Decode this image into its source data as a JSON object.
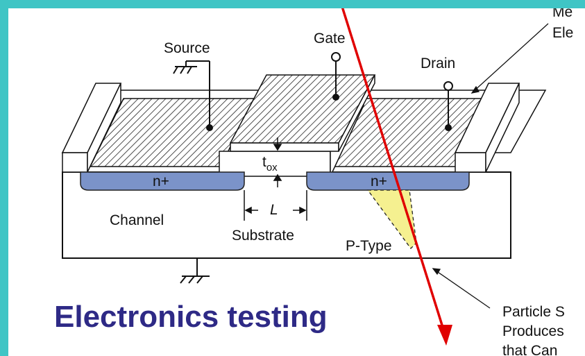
{
  "diagram": {
    "labels": {
      "source": "Source",
      "gate": "Gate",
      "drain": "Drain",
      "tox_main": "t",
      "tox_sub": "ox",
      "n_plus_left": "n+",
      "n_plus_right": "n+",
      "channel": "Channel",
      "length": "L",
      "substrate": "Substrate",
      "ptype": "P-Type",
      "metal_line1": "Me",
      "metal_line2": "Ele",
      "particle_line1": "Particle S",
      "particle_line2": "Produces",
      "particle_line3": "that Can"
    },
    "colors": {
      "background": "#3fc5c5",
      "n_plus_fill": "#7b93c9",
      "particle_track": "#e00000",
      "charge_cone": "#f5f090",
      "caption": "#2e2a86"
    }
  },
  "caption": "Electronics testing"
}
